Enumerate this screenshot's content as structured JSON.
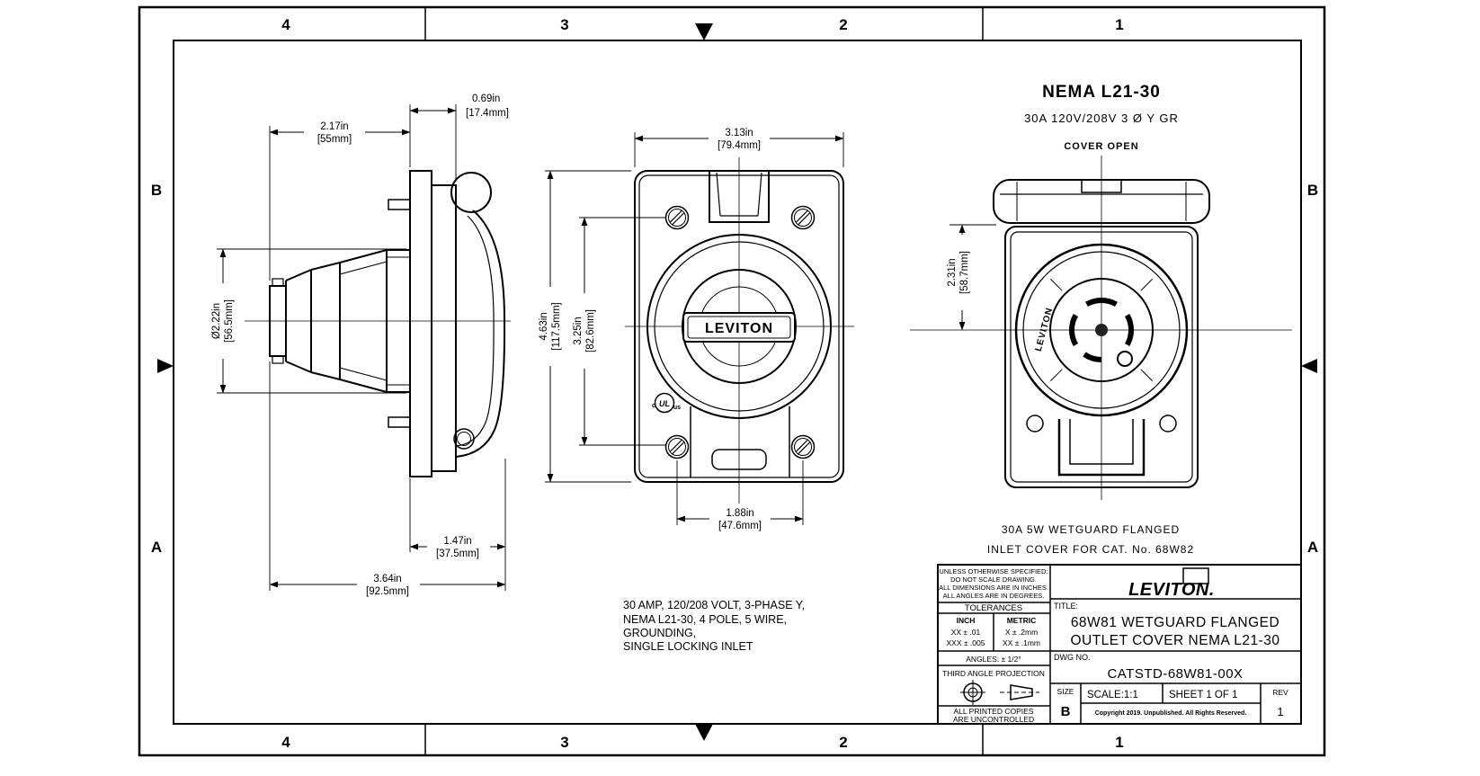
{
  "zones": {
    "top": [
      "4",
      "3",
      "2",
      "1"
    ],
    "bottom": [
      "4",
      "3",
      "2",
      "1"
    ],
    "left": [
      "B",
      "A"
    ],
    "right": [
      "B",
      "A"
    ]
  },
  "header": {
    "title": "NEMA L21-30",
    "rating": "30A 120V/208V 3 Ø Y GR",
    "cover_note": "COVER OPEN"
  },
  "dims": {
    "body_to_flange": {
      "in": "2.17in",
      "mm": "[55mm]"
    },
    "flange_thickness": {
      "in": "0.69in",
      "mm": "[17.4mm]"
    },
    "body_dia": {
      "in": "Ø2.22in",
      "mm": "[56.5mm]"
    },
    "flange_to_cover": {
      "in": "1.47in",
      "mm": "[37.5mm]"
    },
    "overall_depth": {
      "in": "3.64in",
      "mm": "[92.5mm]"
    },
    "plate_width": {
      "in": "3.13in",
      "mm": "[79.4mm]"
    },
    "plate_height": {
      "in": "4.63in",
      "mm": "[117.5mm]"
    },
    "screw_spacing_v": {
      "in": "3.25in",
      "mm": "[82.6mm]"
    },
    "screw_spacing_h": {
      "in": "1.88in",
      "mm": "[47.6mm]"
    },
    "cover_height": {
      "in": "2.31in",
      "mm": "[58.7mm]"
    }
  },
  "labels": {
    "leviton_face": "LEVITON",
    "leviton_arc": "LEVITON",
    "ul_c": "c",
    "ul_mark": "UL",
    "ul_us": "us"
  },
  "caption": {
    "line1": "30A 5W WETGUARD FLANGED",
    "line2": "INLET COVER FOR CAT. No. 68W82"
  },
  "notes": [
    "30 AMP, 120/208 VOLT, 3-PHASE Y,",
    "NEMA L21-30, 4 POLE, 5 WIRE,",
    "GROUNDING,",
    "SINGLE LOCKING INLET"
  ],
  "title_block": {
    "disclaimer": [
      "UNLESS OTHERWISE SPECIFIED:",
      "DO NOT SCALE DRAWING.",
      "ALL DIMENSIONS ARE IN INCHES.",
      "ALL ANGLES ARE IN DEGREES."
    ],
    "tolerances_label": "TOLERANCES",
    "inch_label": "INCH",
    "inch_rows": [
      "XX  ± .01",
      "XXX ± .005"
    ],
    "metric_label": "METRIC",
    "metric_rows": [
      "X  ± .2mm",
      "XX ± .1mm"
    ],
    "angles": "ANGLES: ± 1/2°",
    "projection_label": "THIRD ANGLE PROJECTION",
    "uncontrolled": [
      "ALL PRINTED COPIES",
      "ARE UNCONTROLLED"
    ],
    "brand": "LEVITON.",
    "title_label": "TITLE:",
    "title_line1": "68W81 WETGUARD FLANGED",
    "title_line2": "OUTLET COVER NEMA L21-30",
    "dwg_label": "DWG NO.",
    "dwg_no": "CATSTD-68W81-00X",
    "size_label": "SIZE",
    "size": "B",
    "scale": "SCALE:1:1",
    "sheet": "SHEET 1 OF 1",
    "rev_label": "REV",
    "rev": "1",
    "copyright": "Copyright 2019. Unpublished. All Rights Reserved."
  }
}
